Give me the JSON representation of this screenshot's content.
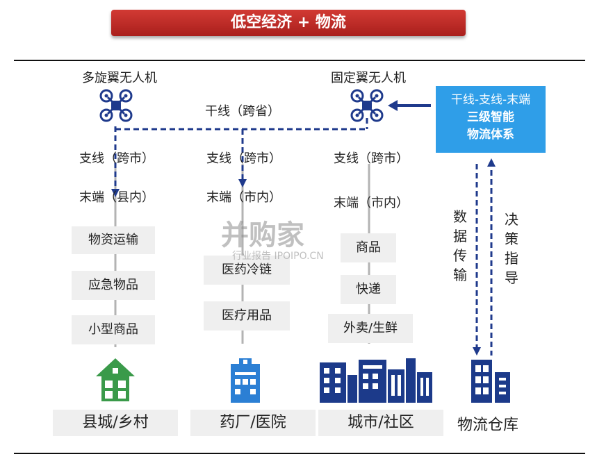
{
  "title": "低空经济 + 物流",
  "drones": {
    "multirotor_label": "多旋翼无人机",
    "fixedwing_label": "固定翼无人机"
  },
  "trunk_label": "干线（跨省）",
  "system_box": {
    "line1": "干线-支线-末端",
    "line2": "三级智能",
    "line3": "物流体系"
  },
  "columns": [
    {
      "branch": "支线（跨市）",
      "terminal": "末端（县内）",
      "items": [
        "物资运输",
        "应急物品",
        "小型商品"
      ],
      "destination": "县城/乡村",
      "icon": "house-icon"
    },
    {
      "branch": "支线（跨市）",
      "terminal": "末端（市内）",
      "items": [
        "医药冷链",
        "医疗用品"
      ],
      "destination": "药厂/医院",
      "icon": "hospital-building-icon"
    },
    {
      "branch": "支线（跨市）",
      "terminal": "末端（市内）",
      "items": [
        "商品",
        "快递",
        "外卖/生鲜"
      ],
      "destination": "城市/社区",
      "icon": "city-buildings-icon"
    }
  ],
  "warehouse": {
    "label": "物流仓库",
    "icon": "warehouse-building-icon",
    "data_transfer": "数据传输",
    "decision_guide": "决策指导"
  },
  "watermark": {
    "brand": "并购家",
    "sub": "行业报告 IPOIPO.CN"
  },
  "colors": {
    "title_red": "#c0302b",
    "arrow_navy": "#1f3a8c",
    "system_blue": "#2f9ee8",
    "house_green": "#3a9a4a",
    "hospital_blue": "#2b7fd4",
    "city_navy": "#1c3a8a"
  }
}
